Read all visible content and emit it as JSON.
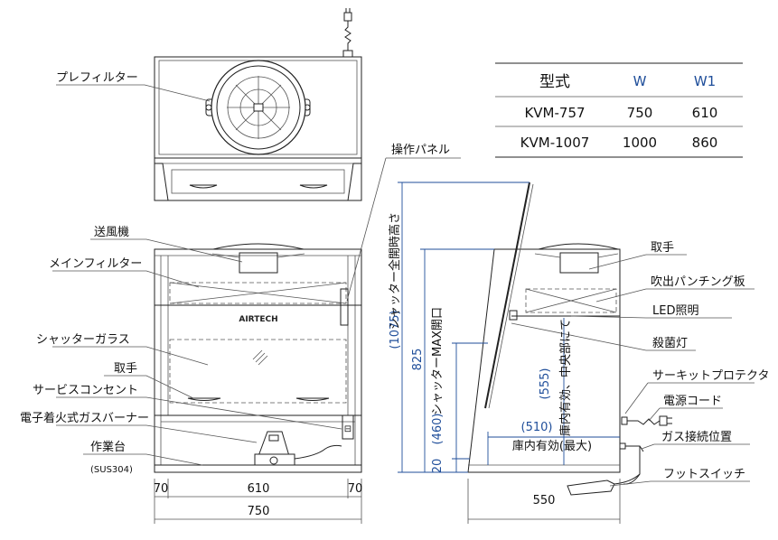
{
  "table": {
    "headers": [
      "型式",
      "W",
      "W1"
    ],
    "rows": [
      [
        "KVM-757",
        "750",
        "610"
      ],
      [
        "KVM-1007",
        "1000",
        "860"
      ]
    ]
  },
  "labels": {
    "prefilter": "プレフィルター",
    "panel": "操作パネル",
    "blower": "送風機",
    "main_filter": "メインフィルター",
    "shutter_glass": "シャッターガラス",
    "handle_front": "取手",
    "service_outlet": "サービスコンセント",
    "burner": "電子着火式ガスバーナー",
    "worktable": "作業台",
    "worktable_material": "(SUS304)",
    "brand": "AIRTECH",
    "handle_side": "取手",
    "punching": "吹出パンチング板",
    "led": "LED照明",
    "uv_lamp": "殺菌灯",
    "circuit": "サーキットプロテクタ",
    "power_cord": "電源コード",
    "gas": "ガス接続位置",
    "foot_switch": "フットスイッチ"
  },
  "dimensions": {
    "front_left": "70",
    "front_mid": "610",
    "front_right": "70",
    "front_total": "750",
    "side_width": "550",
    "height_total": "825",
    "height_bottom": "20",
    "shutter_full": "(1075)",
    "shutter_full_label": "シャッター全開時高さ",
    "shutter_max": "(460)",
    "shutter_max_label": "シャッターMAX開口",
    "inner_height": "(555)",
    "inner_height_label": "庫内有効、中央部にて",
    "inner_depth": "(510)",
    "inner_depth_label": "庫内有効(最大)"
  },
  "colors": {
    "line": "#222222",
    "dimension_blue": "#1f4e9a"
  }
}
